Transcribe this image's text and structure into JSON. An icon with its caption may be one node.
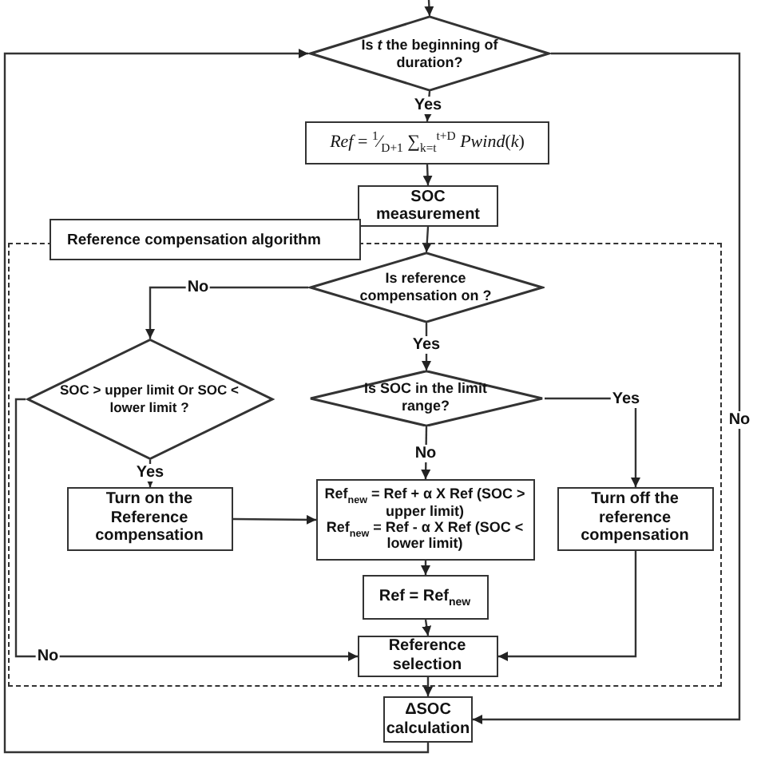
{
  "diagram": {
    "nodes": [
      {
        "text": [
          "Is *t* the beginning of duration?"
        ]
      },
      {
        "text": [
          "*Ref* = $^{1}$⁄$_{D+1}$ ∑$_{k=t}$$^{t+D}$ *Pwind*(*k*)"
        ]
      },
      {
        "text": [
          "SOC measurement"
        ]
      },
      {
        "text": [
          "Reference compensation algorithm"
        ]
      },
      {
        "text": [
          "Is reference compensation on ?"
        ],
        "in": 3
      },
      {
        "text": [
          "SOC > upper limit Or SOC < lower limit ?"
        ],
        "in": 3
      },
      {
        "text": [
          "Is SOC in the limit range?"
        ],
        "in": 3
      },
      {
        "text": [
          "Turn on the Reference compensation"
        ],
        "in": 3
      },
      {
        "text": [
          "Ref$_{new}$ = Ref + α X Ref (SOC > upper limit)",
          "Ref$_{new}$ = Ref - α X Ref (SOC < lower limit)"
        ],
        "in": 3
      },
      {
        "text": [
          "Turn off the reference compensation"
        ],
        "in": 3
      },
      {
        "text": [
          "Ref = Ref$_{new}$"
        ],
        "in": 3
      },
      {
        "text": [
          "Reference selection"
        ],
        "in": 3
      },
      {
        "text": [
          "ΔSOC calculation"
        ]
      }
    ],
    "edges": [
      {
        "from": null,
        "to": 0,
        "arrow": "to"
      },
      {
        "from": 0,
        "to": 1,
        "arrow": "to",
        "label": "Yes"
      },
      {
        "from": 0,
        "to": 12,
        "arrow": "to",
        "label": "No"
      },
      {
        "from": 12,
        "to": 0,
        "arrow": "to"
      },
      {
        "from": 1,
        "to": 2,
        "arrow": "to"
      },
      {
        "from": 2,
        "to": 4,
        "arrow": "to"
      },
      {
        "from": 4,
        "to": 5,
        "arrow": "to",
        "label": "No"
      },
      {
        "from": 4,
        "to": 6,
        "arrow": "to",
        "label": "Yes"
      },
      {
        "from": 5,
        "to": 7,
        "arrow": "to",
        "label": "Yes"
      },
      {
        "from": 5,
        "to": 11,
        "arrow": "to",
        "label": "No"
      },
      {
        "from": 6,
        "to": 9,
        "arrow": "to",
        "label": "Yes"
      },
      {
        "from": 6,
        "to": 8,
        "arrow": "to",
        "label": "No"
      },
      {
        "from": 7,
        "to": 8,
        "arrow": "to"
      },
      {
        "from": 8,
        "to": 10,
        "arrow": "to"
      },
      {
        "from": 10,
        "to": 11,
        "arrow": "to"
      },
      {
        "from": 9,
        "to": 11,
        "arrow": "to"
      },
      {
        "from": 11,
        "to": 12,
        "arrow": "to"
      }
    ]
  }
}
